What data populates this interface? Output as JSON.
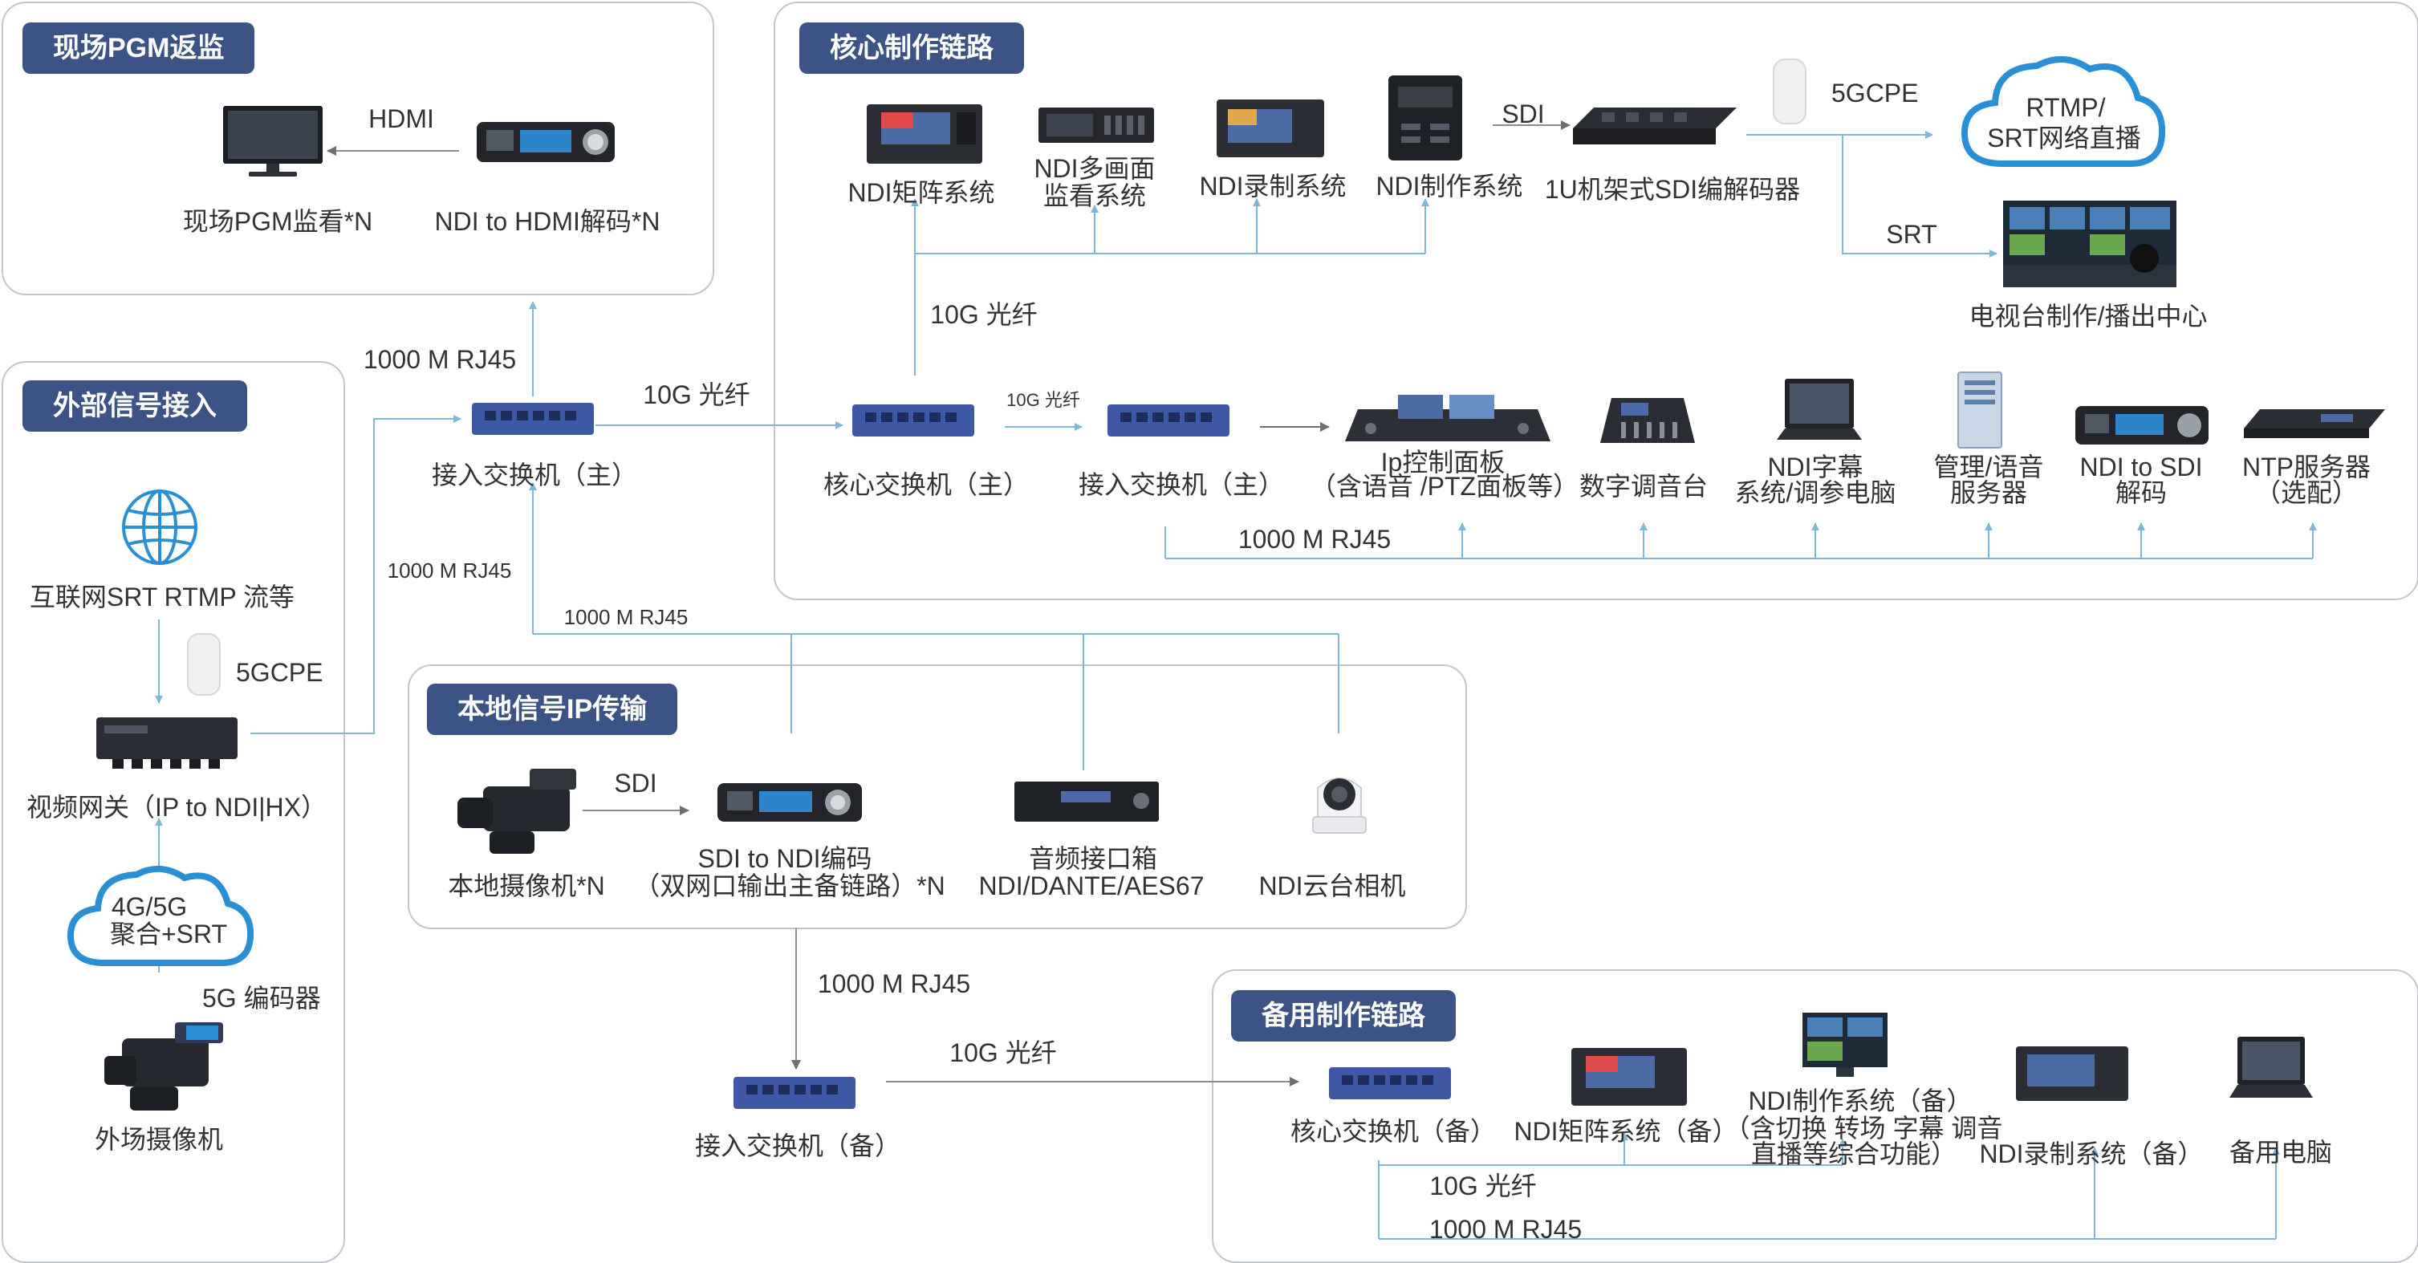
{
  "sections": {
    "pgm_return": "现场PGM返监",
    "external_input": "外部信号接入",
    "core_chain": "核心制作链路",
    "local_ip": "本地信号IP传输",
    "backup_chain": "备用制作链路"
  },
  "pgm_return": {
    "monitor": "现场PGM监看*N",
    "decoder": "NDI to HDMI解码*N",
    "link": "HDMI"
  },
  "external": {
    "internet": "互联网SRT RTMP 流等",
    "cpe": "5GCPE",
    "gateway": "视频网关（IP to NDI|HX）",
    "cloud_line1": "4G/5G",
    "cloud_line2": "聚合+SRT",
    "encoder": "5G 编码器",
    "camera": "外场摄像机"
  },
  "access_main": {
    "switch": "接入交换机（主）",
    "up_link": "1000 M RJ45",
    "left_link": "1000 M RJ45",
    "local_link": "1000 M RJ45",
    "fiber_link": "10G 光纤"
  },
  "core": {
    "matrix": "NDI矩阵系统",
    "multiview_line1": "NDI多画面",
    "multiview_line2": "监看系统",
    "recorder": "NDI录制系统",
    "production": "NDI制作系统",
    "sdi_link": "SDI",
    "codec_1u": "1U机架式SDI编解码器",
    "cpe": "5GCPE",
    "cloud_line1": "RTMP/",
    "cloud_line2": "SRT网络直播",
    "srt": "SRT",
    "tv_center": "电视台制作/播出中心",
    "fiber_vertical": "10G 光纤",
    "core_switch": "核心交换机（主）",
    "fiber_small": "10G 光纤",
    "access_switch": "接入交换机（主）",
    "ip_panel_line1": "Ip控制面板",
    "ip_panel_line2": "（含语音 /PTZ面板等）",
    "audio_mixer": "数字调音台",
    "caption_line1": "NDI字幕",
    "caption_line2": "系统/调参电脑",
    "mgmt_line1": "管理/语音",
    "mgmt_line2": "服务器",
    "ndi_sdi_line1": "NDI to SDI",
    "ndi_sdi_line2": "解码",
    "ntp_line1": "NTP服务器",
    "ntp_line2": "（选配）",
    "rj45": "1000 M RJ45"
  },
  "local": {
    "camera": "本地摄像机*N",
    "sdi": "SDI",
    "encoder_line1": "SDI to NDI编码",
    "encoder_line2": "（双网口输出主备链路）*N",
    "audio_line1": "音频接口箱",
    "audio_line2": "NDI/DANTE/AES67",
    "ptz": "NDI云台相机",
    "down_link": "1000 M RJ45"
  },
  "backup": {
    "access_switch": "接入交换机（备）",
    "fiber": "10G 光纤",
    "core_switch": "核心交换机（备）",
    "matrix": "NDI矩阵系统（备）",
    "prod_line1": "NDI制作系统（备）",
    "prod_line2": "（含切换 转场 字幕 调音",
    "prod_line3": "直播等综合功能）",
    "recorder": "NDI录制系统（备）",
    "pc": "备用电脑",
    "fiber_bottom": "10G 光纤",
    "rj45_bottom": "1000 M RJ45"
  },
  "colors": {
    "tag_bg": "#3c5386",
    "line": "#7fb8d6",
    "arrow_gray": "#8c8c8c",
    "switch_blue": "#3f58a6",
    "cloud": "#2b8fd6",
    "panel_border": "#c3c6cc"
  }
}
